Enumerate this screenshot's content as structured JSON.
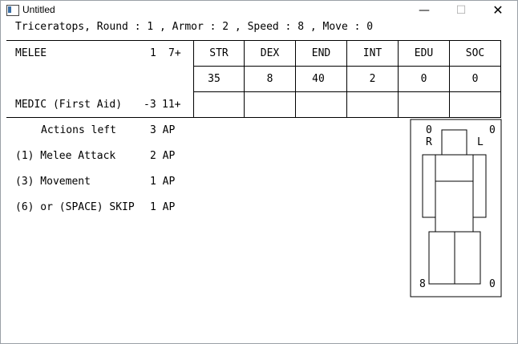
{
  "window": {
    "title": "Untitled",
    "min_glyph": "—",
    "max_glyph": "☐",
    "close_glyph": "✕"
  },
  "status_line": "Triceratops, Round : 1 , Armor : 2 , Speed : 8 , Move : 0",
  "skills": [
    {
      "name": "MELEE",
      "level": "1",
      "target": "7+"
    },
    {
      "name": "MEDIC (First Aid)",
      "level": "-3",
      "target": "11+"
    }
  ],
  "stats": {
    "headers": [
      "STR",
      "DEX",
      "END",
      "INT",
      "EDU",
      "SOC"
    ],
    "values": [
      "35",
      "8",
      "40",
      "2",
      "0",
      "0"
    ]
  },
  "actions": {
    "header_label": "Actions left",
    "header_value": "3 AP",
    "items": [
      {
        "label": "(1) Melee Attack",
        "cost": "2 AP"
      },
      {
        "label": "(3) Movement",
        "cost": "1 AP"
      },
      {
        "label": "(6) or (SPACE) SKIP",
        "cost": "1 AP"
      }
    ]
  },
  "body_diagram": {
    "top_left": "0",
    "top_right": "0",
    "right_side": "R",
    "left_side": "L",
    "bottom_left": "8",
    "bottom_right": "0"
  }
}
